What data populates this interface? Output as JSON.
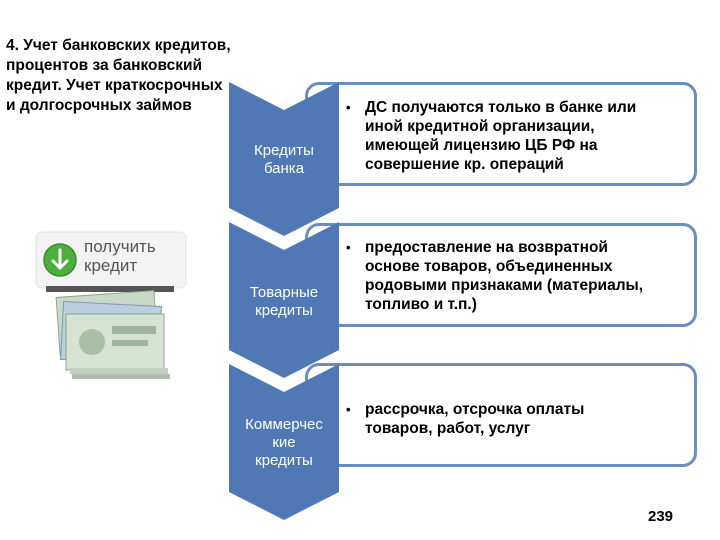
{
  "heading": "4. Учет банковских кредитов, процентов за банковский кредит. Учет краткосрочных и долгосрочных займов",
  "illustration": {
    "button_label_line1": "получить",
    "button_label_line2": "кредит",
    "button_icon": "green-arrow-down-icon"
  },
  "credits": [
    {
      "label_lines": [
        "Кредиты",
        "банка"
      ],
      "description_lines": [
        "ДС получаются только в банке или",
        "иной кредитной организации,",
        "имеющей лицензию ЦБ РФ на",
        "совершение кр. операций"
      ]
    },
    {
      "label_lines": [
        "Товарные",
        "кредиты"
      ],
      "description_lines": [
        "предоставление на возвратной",
        "основе товаров, объединенных",
        "родовыми признаками (материалы,",
        "топливо и т.п.)"
      ]
    },
    {
      "label_lines": [
        "Коммерчес",
        "кие",
        "кредиты"
      ],
      "description_lines": [
        "рассрочка, отсрочка оплаты",
        "товаров, работ, услуг"
      ]
    }
  ],
  "colors": {
    "chevron_fill": "#4f78b5",
    "card_border": "#6b8ec2",
    "button_arrow": "#4caf3c"
  },
  "page_number": "239"
}
